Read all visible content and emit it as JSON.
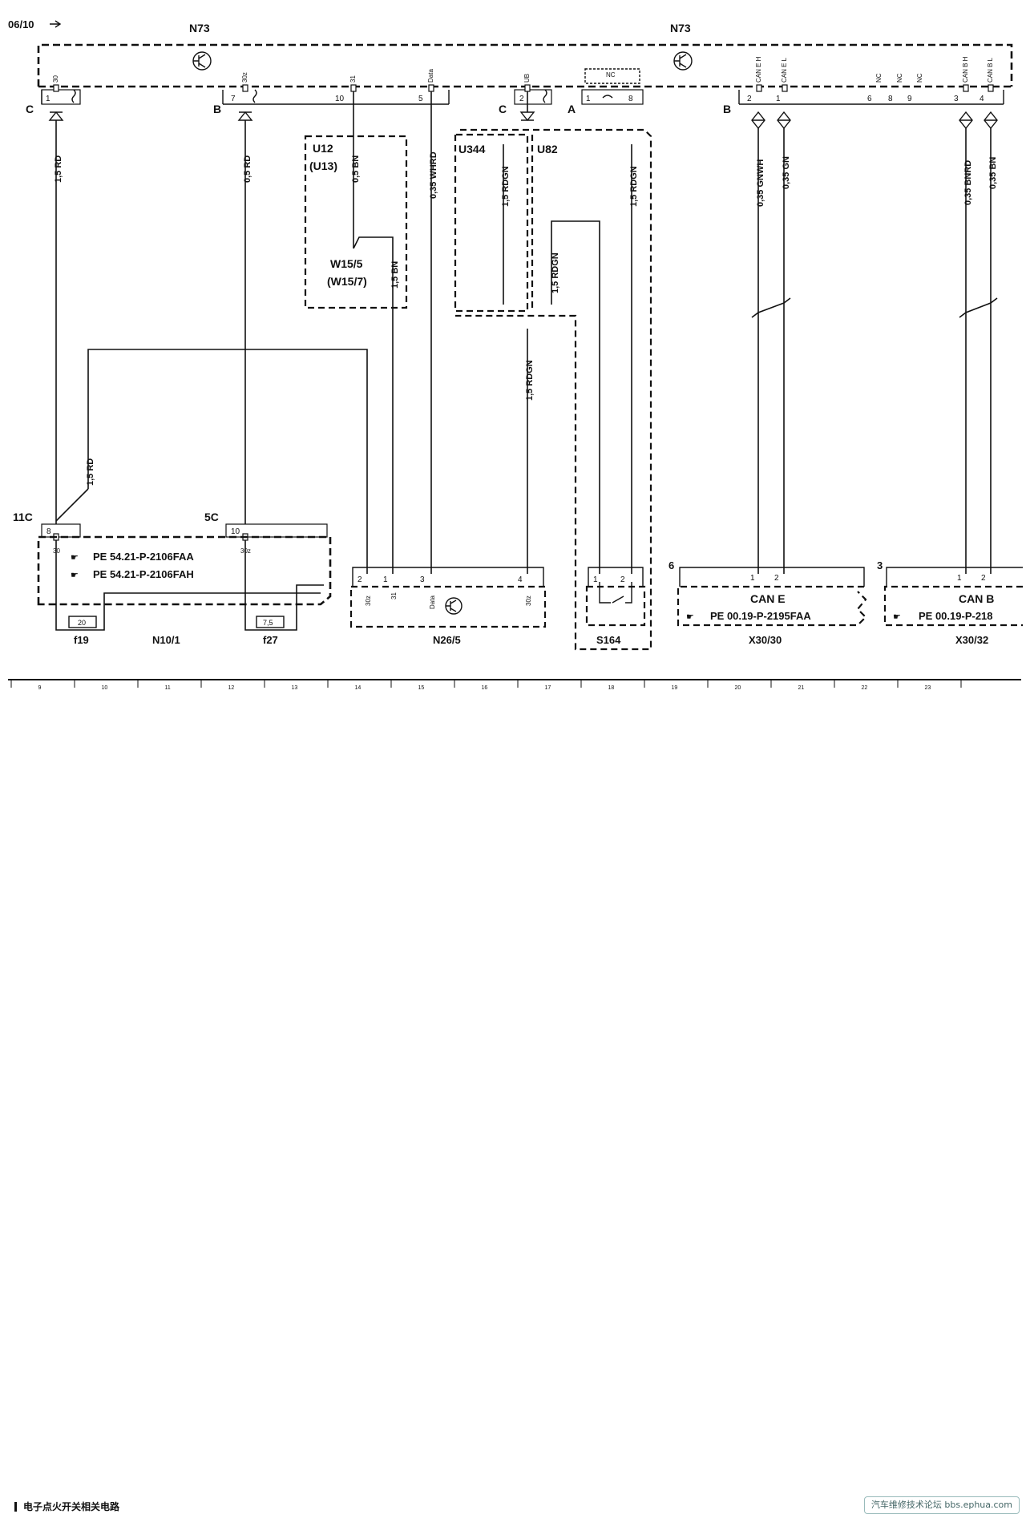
{
  "sheet": {
    "version": "06/10"
  },
  "modules": {
    "n73_left": "N73",
    "n73_right": "N73",
    "n10_1": "N10/1",
    "n26_5": "N26/5",
    "s164": "S164",
    "x30_30": "X30/30",
    "x30_32": "X30/32",
    "u12": "U12",
    "u13": "(U13)",
    "u344": "U344",
    "u82": "U82",
    "w15_5": "W15/5",
    "w15_7": "(W15/7)",
    "can_e": "CAN E",
    "can_b": "CAN B"
  },
  "connectors": {
    "c1": "C",
    "b1": "B",
    "c2": "C",
    "a": "A",
    "b2": "B",
    "c11": "11C",
    "c5": "5C",
    "x6": "6",
    "x3": "3"
  },
  "pins": {
    "p1": "1",
    "p7": "7",
    "p10": "10",
    "p5": "5",
    "p2": "2",
    "pa1": "1",
    "pa8": "8",
    "pb2": "2",
    "pb1": "1",
    "pnc6": "6",
    "pnc8": "8",
    "pnc9": "9",
    "pb3": "3",
    "pb4": "4",
    "n10_8": "8",
    "n10_10": "10",
    "n26_2": "2",
    "n26_1": "1",
    "n26_3": "3",
    "n26_4": "4",
    "s_1": "1",
    "s_2": "2",
    "xe_1": "1",
    "xe_2": "2",
    "xb_1": "1",
    "xb_2": "2"
  },
  "pin_names": {
    "t30": "30",
    "t30z": "30z",
    "t31": "31",
    "data": "Data",
    "ub": "UB",
    "nc": "NC",
    "cane_h": "CAN E H",
    "cane_l": "CAN E L",
    "ncA": "NC",
    "ncB": "NC",
    "ncC": "NC",
    "canb_h": "CAN B H",
    "canb_l": "CAN B L",
    "n10_30": "30",
    "n10_30z": "30z",
    "n26_30z": "30z",
    "n26_31": "31",
    "n26_data": "Data",
    "n26_30zb": "30z"
  },
  "wires": {
    "w1": "1,5 RD",
    "w2": "0,5 RD",
    "w3": "0,5 BN",
    "w4": "0,35 WHRD",
    "w5": "1,5 RDGN",
    "w6": "1,5 RDGN",
    "w7": "0,35 GNWH",
    "w8": "0,35 GN",
    "w9": "0,35 BNRD",
    "w10": "0,35 BN",
    "w11": "1,5 BN",
    "w12": "1,5 RDGN",
    "w13": "1,5 RD",
    "w14": "1,5 RDGN"
  },
  "fuses": {
    "f19": "f19",
    "f19_val": "20",
    "f27": "f27",
    "f27_val": "7,5"
  },
  "references": {
    "r1": "PE 54.21-P-2106FAA",
    "r2": "PE 54.21-P-2106FAH",
    "r3": "PE 00.19-P-2195FAA",
    "r4": "PE 00.19-P-218"
  },
  "grid_numbers": [
    "9",
    "10",
    "11",
    "12",
    "13",
    "14",
    "15",
    "16",
    "17",
    "18",
    "19",
    "20",
    "21",
    "22",
    "23"
  ],
  "footer": {
    "title": "电子点火开关相关电路",
    "forum": "汽车维修技术论坛 bbs.ephua.com"
  }
}
